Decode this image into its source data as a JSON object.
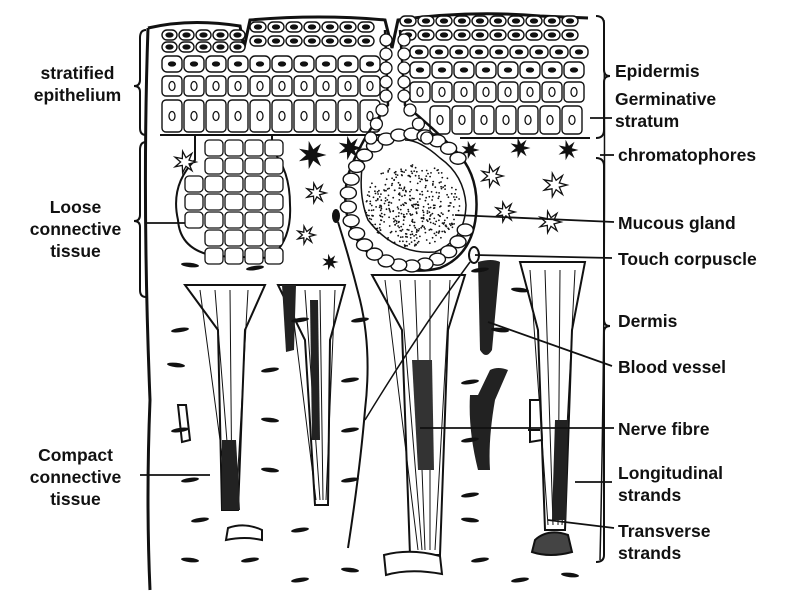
{
  "labels": {
    "stratified_epithelium": "stratified\nepithelium",
    "loose_connective_tissue": "Loose\nconnective\ntissue",
    "compact_connective_tissue": "Compact\nconnective\ntissue",
    "epidermis": "Epidermis",
    "germinative_stratum": "Germinative\nstratum",
    "chromatophores": "chromatophores",
    "mucous_gland": "Mucous gland",
    "touch_corpuscle": "Touch corpuscle",
    "dermis": "Dermis",
    "blood_vessel": "Blood vessel",
    "nerve_fibre": "Nerve fibre",
    "longitudinal_strands": "Longitudinal\nstrands",
    "transverse_strands": "Transverse\nstrands"
  }
}
